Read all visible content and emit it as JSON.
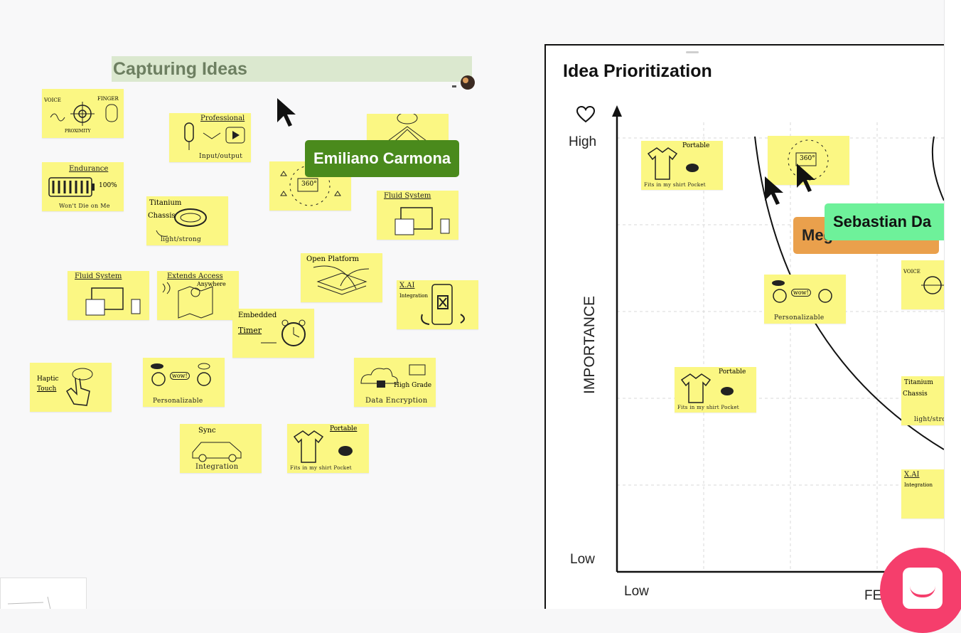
{
  "board": {
    "section_title": "Capturing Ideas"
  },
  "collaborators": {
    "emiliano": "Emiliano Carmona",
    "megan": "Megan Lanteo",
    "sebastian": "Sebastian Da"
  },
  "stickies": {
    "voice_finger": {
      "left": "VOICE",
      "right": "FINGER",
      "bottom": "PROXIMITY"
    },
    "professional": {
      "top": "Professional",
      "bottom": "Input/output"
    },
    "endurance": {
      "top": "Endurance",
      "bottom": "Won't Die on Me",
      "pct": "100%"
    },
    "titanium": {
      "top": "Titanium",
      "mid": "Chassis",
      "bottom": "light/strong"
    },
    "three_sixty": {
      "label": "360°"
    },
    "fluid_system": {
      "top": "Fluid System"
    },
    "open_platform": {
      "top": "Open Platform"
    },
    "extends_access": {
      "top": "Extends Access",
      "sub": "Anywhere"
    },
    "xai": {
      "top": "X.AI",
      "sub": "Integration"
    },
    "embedded_timer": {
      "top": "Embedded",
      "sub": "Timer"
    },
    "haptic_touch": {
      "top": "Haptic",
      "sub": "Touch"
    },
    "personalizable": {
      "bottom": "Personalizable",
      "bubble": "wow!"
    },
    "data_encryption": {
      "top": "High Grade",
      "bottom": "Data Encryption"
    },
    "sync": {
      "top": "Sync",
      "bottom": "Integration"
    },
    "portable": {
      "top": "Portable",
      "bottom": "Fits in my shirt Pocket"
    }
  },
  "prioritization": {
    "title": "Idea Prioritization",
    "y_axis": "IMPORTANCE",
    "y_high": "High",
    "y_low": "Low",
    "x_low": "Low",
    "x_axis_partial": "FE",
    "heart_icon": "heart-icon"
  },
  "colors": {
    "sticky": "#fbf783",
    "emiliano_tag": "#4a8a1c",
    "megan_tag": "#eaa04c",
    "sebastian_tag": "#6ef19a",
    "section_band": "#dbe8cf",
    "fab": "#f53e6c"
  }
}
